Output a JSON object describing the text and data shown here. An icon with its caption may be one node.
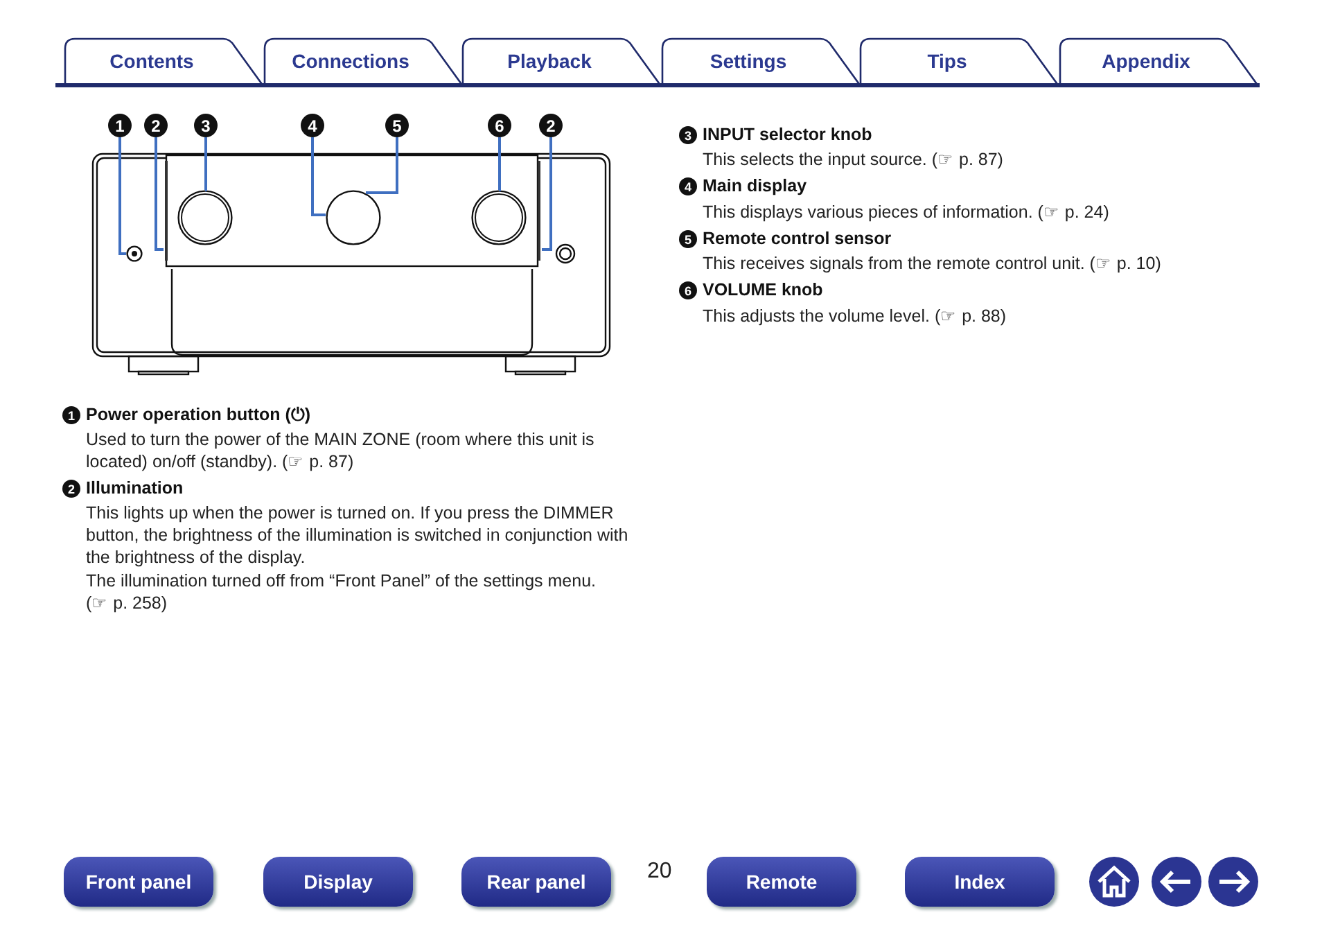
{
  "diagram": {
    "nodes": [
      {
        "text": [
          "1"
        ]
      },
      {
        "text": [
          "2"
        ]
      },
      {
        "text": [
          "3"
        ]
      },
      {
        "text": [
          "4"
        ]
      },
      {
        "text": [
          "5"
        ]
      },
      {
        "text": [
          "6"
        ]
      },
      {
        "text": [
          "2"
        ]
      },
      {
        "text": [],
        "shape": "circle"
      },
      {
        "text": [],
        "shape": "bar"
      },
      {
        "text": [],
        "shape": "circle"
      },
      {
        "text": [],
        "shape": "circle"
      },
      {
        "text": [],
        "shape": "circle"
      },
      {
        "text": [],
        "shape": "bar"
      }
    ],
    "edges": [
      {
        "from": 0,
        "to": 7,
        "arrow": "none"
      },
      {
        "from": 1,
        "to": 8,
        "arrow": "none"
      },
      {
        "from": 2,
        "to": 9,
        "arrow": "none"
      },
      {
        "from": 3,
        "to": 10,
        "arrow": "none"
      },
      {
        "from": 4,
        "to": 10,
        "arrow": "none"
      },
      {
        "from": 5,
        "to": 11,
        "arrow": "none"
      },
      {
        "from": 6,
        "to": 12,
        "arrow": "none"
      }
    ],
    "labels": [
      "Contents",
      "Connections",
      "Playback",
      "Settings",
      "Tips",
      "Appendix",
      "1",
      "Power operation button (⏻)",
      "Used to turn the power of the MAIN ZONE (room where this unit is located) on/off (standby).  (☞ p. 87)",
      "2",
      "Illumination",
      "This lights up when the power is turned on. If you press the DIMMER button, the brightness of the illumination is switched in conjunction with the brightness of the display.",
      "The illumination turned off from “Front Panel” of the settings menu.  (☞ p. 258)",
      "3",
      "INPUT selector knob",
      "This selects the input source.  (☞ p. 87)",
      "4",
      "Main display",
      "This displays various pieces of information.  (☞ p. 24)",
      "5",
      "Remote control sensor",
      "This receives signals from the remote control unit.  (☞ p. 10)",
      "6",
      "VOLUME knob",
      "This adjusts the volume level.  (☞ p. 88)",
      "Front panel",
      "Display",
      "Rear panel",
      "20",
      "Remote",
      "Index"
    ]
  }
}
